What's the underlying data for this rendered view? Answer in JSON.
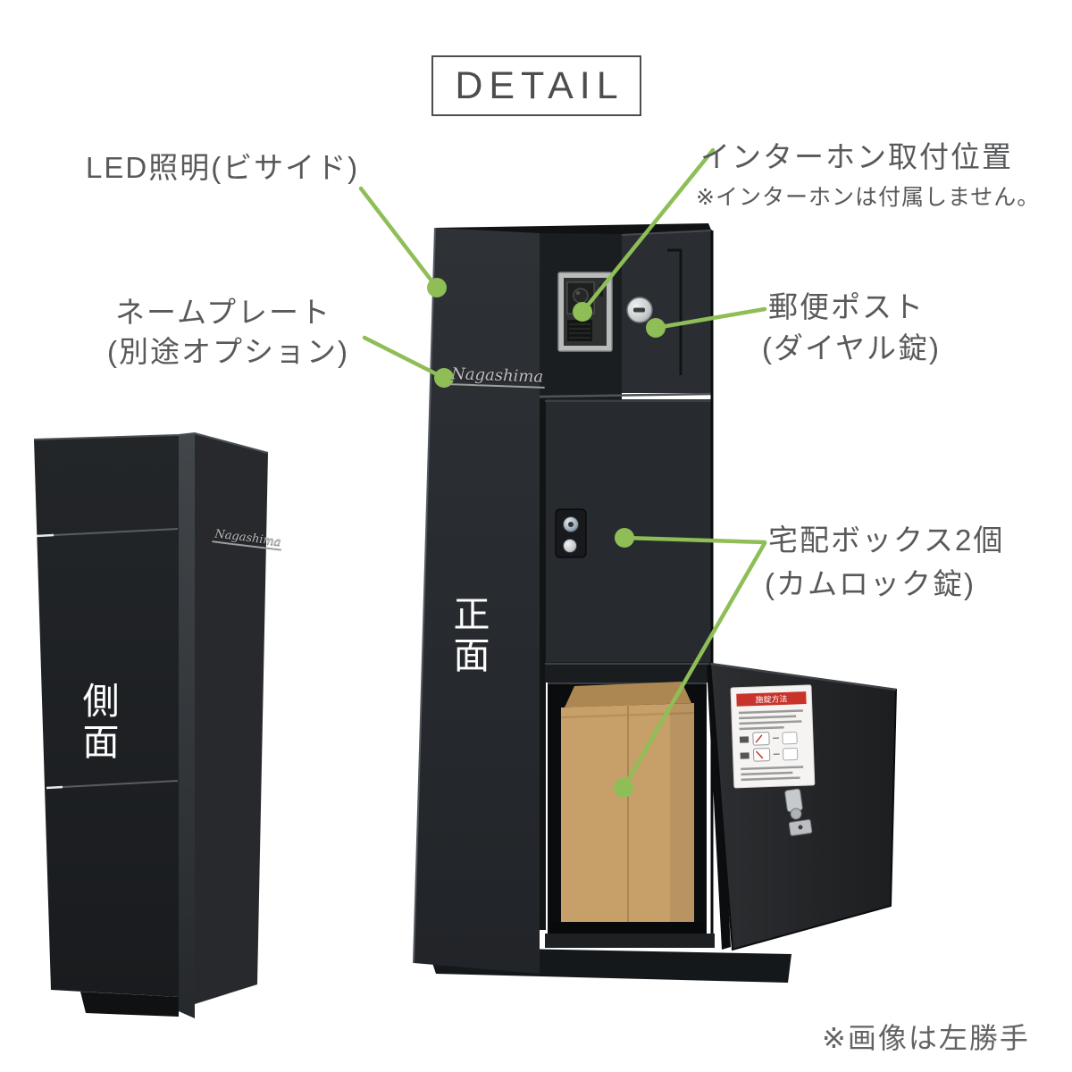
{
  "header": {
    "title": "DETAIL"
  },
  "labels": {
    "led": {
      "text": "LED照明(ビサイド)"
    },
    "intercom": {
      "title": "インターホン取付位置",
      "note": "※インターホンは付属しません。"
    },
    "nameplate": {
      "line1": "ネームプレート",
      "line2": "(別途オプション)"
    },
    "mailpost": {
      "line1": "郵便ポスト",
      "line2": "(ダイヤル錠)"
    },
    "deliverybox": {
      "line1": "宅配ボックス2個",
      "line2": "(カムロック錠)"
    }
  },
  "views": {
    "side": "側面",
    "front": "正面"
  },
  "product": {
    "brand": "Nagashima",
    "sticker_title": "施錠方法"
  },
  "footer": {
    "note": "※画像は左勝手"
  },
  "colors": {
    "accent_green": "#8fbe57",
    "label_gray": "#58595b",
    "cabinet_black": "#24272b",
    "cardboard_tan": "#c79f69",
    "sticker_red": "#c8342c"
  }
}
